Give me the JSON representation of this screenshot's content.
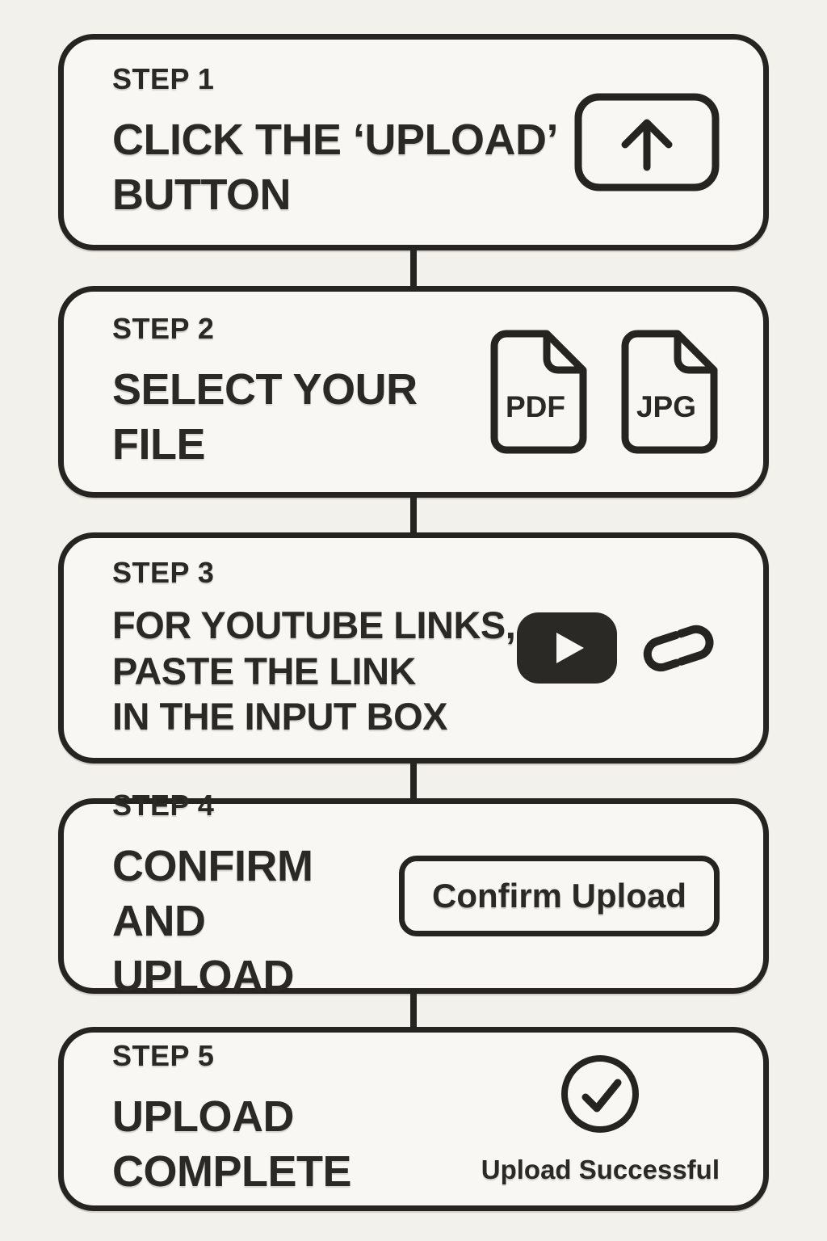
{
  "colors": {
    "page_background": "#f3f1ec",
    "card_background": "#f8f7f3",
    "ink": "#262420",
    "text": "#2b2925"
  },
  "steps": [
    {
      "label": "STEP 1",
      "title": "CLICK THE ‘UPLOAD’\nBUTTON",
      "icon": "upload-button"
    },
    {
      "label": "STEP 2",
      "title": "SELECT YOUR\nFILE",
      "files": [
        "PDF",
        "JPG"
      ]
    },
    {
      "label": "STEP 3",
      "title": "FOR YOUTUBE LINKS,\nPASTE THE LINK\nIN THE INPUT BOX",
      "icons": [
        "youtube-play",
        "link"
      ]
    },
    {
      "label": "STEP 4",
      "title": "CONFIRM AND\nUPLOAD",
      "button_label": "Confirm Upload"
    },
    {
      "label": "STEP 5",
      "title": "UPLOAD COMPLETE",
      "icon": "check-circle",
      "status_caption": "Upload Successful"
    }
  ]
}
